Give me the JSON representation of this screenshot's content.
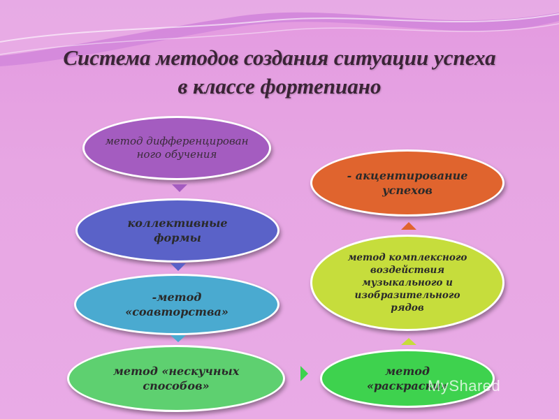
{
  "title": {
    "line1": "Система методов создания ситуации успеха",
    "line2": "в классе фортепиано"
  },
  "left_column": [
    {
      "text": "метод дифференцирован ного обучения"
    },
    {
      "text": "коллективные формы"
    },
    {
      "text": "-метод «соавторства»"
    },
    {
      "text": "метод «нескучных способов»"
    }
  ],
  "right_column": [
    {
      "text": "- акцентирование успехов"
    },
    {
      "text": "метод комплексного воздействия музыкального и изобразительного рядов"
    },
    {
      "text": "метод «раскраски»"
    }
  ],
  "watermark": "MyShared",
  "colors": {
    "background": "#e7a6e3",
    "purple_oval": "#a45cc0",
    "blue_oval": "#5a62c8",
    "teal_oval": "#4aaad0",
    "green_oval": "#5ed070",
    "orange_oval": "#e0642e",
    "lime_oval": "#c6dd3c",
    "bright_green_oval": "#3ed24e"
  }
}
